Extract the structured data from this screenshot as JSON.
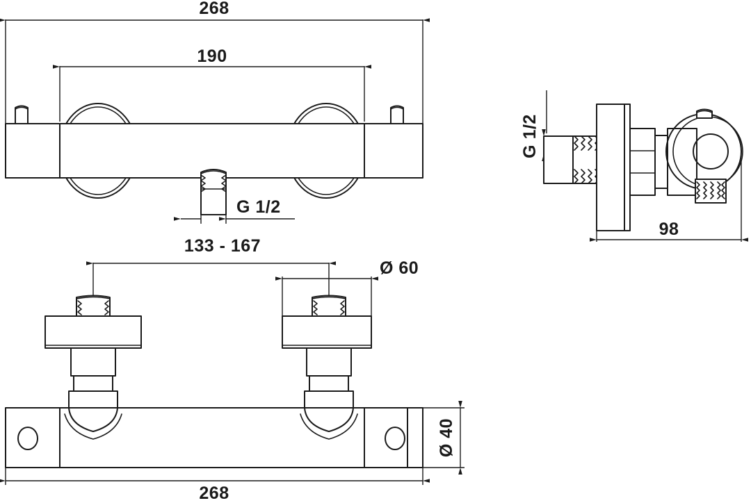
{
  "drawing": {
    "title": "Thermostatic bar shower valve technical drawing",
    "background_color": "#ffffff",
    "line_color": "#1a1a1a",
    "views": [
      {
        "name": "front-elevation-view",
        "position": "top-left",
        "description": "Front elevation of thermostatic bar mixer showing body, two control handles and central outlet"
      },
      {
        "name": "side-section-view",
        "position": "top-right",
        "description": "Side view showing wall inlet connector, flange, body and handle"
      },
      {
        "name": "bottom-plan-view",
        "position": "bottom-left",
        "description": "Plan view from below showing inlet elbows, mounting plate and fixing holes"
      }
    ],
    "dimensions": {
      "overall_width_top": "268",
      "inlet_centres": "190",
      "outlet_thread": "G 1/2",
      "inlet_thread": "G 1/2",
      "side_depth": "98",
      "adjustable_centres": "133 - 167",
      "flange_diameter": "Ø 60",
      "body_diameter": "Ø 40",
      "overall_width_bottom": "268"
    }
  }
}
